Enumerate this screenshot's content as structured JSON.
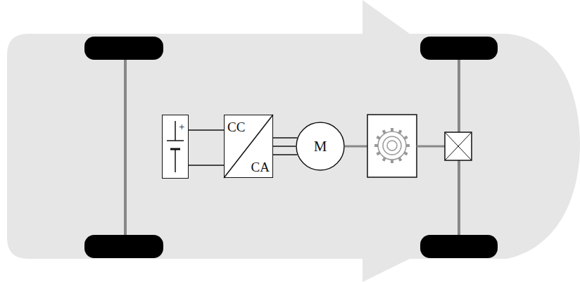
{
  "diagram": {
    "nodes": [
      {
        "text": [
          "+"
        ]
      },
      {
        "text": [
          "CC",
          "CA"
        ]
      },
      {
        "text": [
          "M"
        ]
      }
    ],
    "edges": [
      {
        "from": 0,
        "to": 1,
        "arrow": "none"
      },
      {
        "from": 0,
        "to": 1,
        "arrow": "none"
      },
      {
        "from": 1,
        "to": 2,
        "arrow": "none"
      },
      {
        "from": 1,
        "to": 2,
        "arrow": "none"
      },
      {
        "from": 1,
        "to": 2,
        "arrow": "none"
      }
    ]
  }
}
